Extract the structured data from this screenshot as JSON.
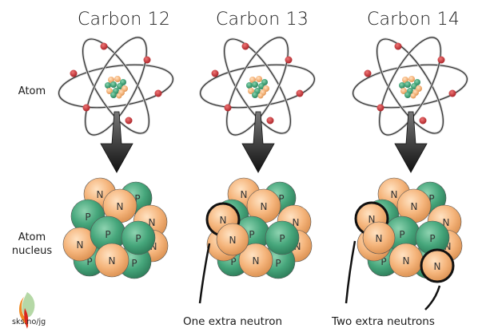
{
  "columns": [
    {
      "title": "Carbon 12",
      "extra_neutrons": 0,
      "caption": ""
    },
    {
      "title": "Carbon 13",
      "extra_neutrons": 1,
      "caption": "One extra neutron"
    },
    {
      "title": "Carbon 14",
      "extra_neutrons": 2,
      "caption": "Two extra neutrons"
    }
  ],
  "row_labels": {
    "atom": "Atom",
    "nucleus_line1": "Atom",
    "nucleus_line2": "nucleus"
  },
  "particle_labels": {
    "proton": "P",
    "neutron": "N"
  },
  "logo": {
    "text": "sks.no/jg"
  },
  "colors": {
    "proton": "#3f9e74",
    "neutron": "#f4b37a",
    "electron": "#c8282d",
    "orbit": "#333333",
    "arrow": "#222222",
    "outline": "#111111"
  }
}
